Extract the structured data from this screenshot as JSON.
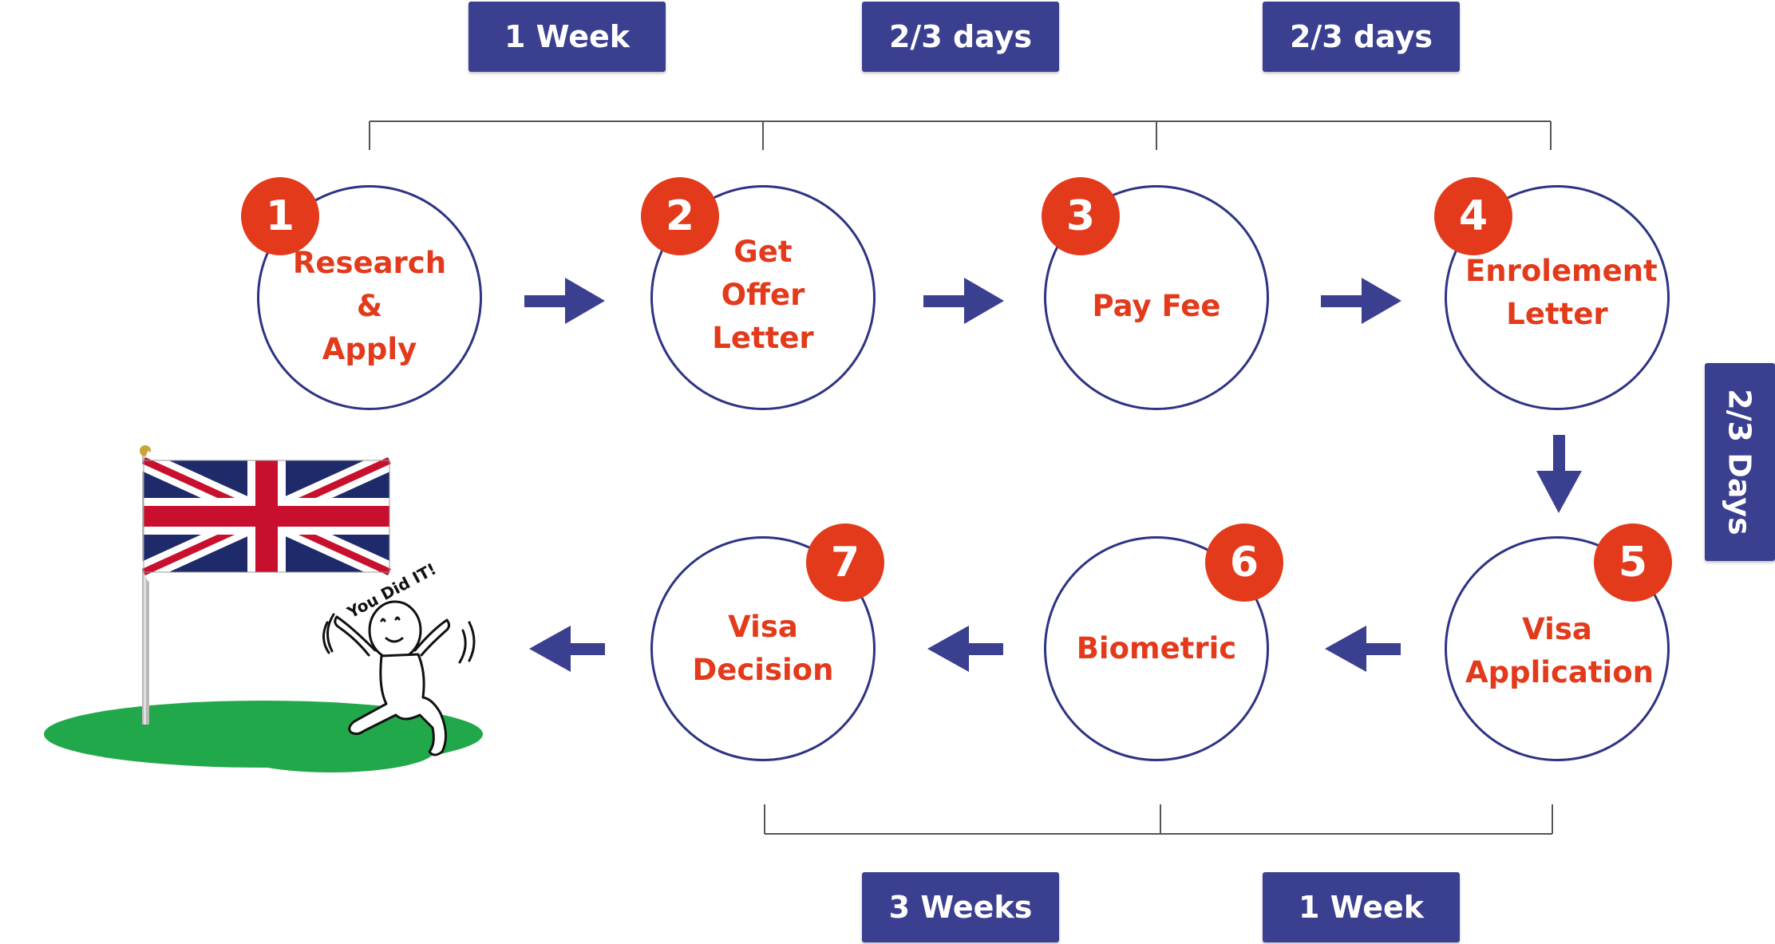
{
  "durations": {
    "top_1": "1 Week",
    "top_2": "2/3 days",
    "top_3": "2/3 days",
    "side": "2/3 Days",
    "bottom_1": "3 Weeks",
    "bottom_2": "1 Week"
  },
  "steps": [
    {
      "number": "1",
      "line1": "Research &",
      "line2": "Apply"
    },
    {
      "number": "2",
      "line1": "Get",
      "line2": "Offer Letter"
    },
    {
      "number": "3",
      "line1": "Pay Fee",
      "line2": ""
    },
    {
      "number": "4",
      "line1": "Enrolement",
      "line2": "Letter"
    },
    {
      "number": "5",
      "line1": "Visa",
      "line2": "Application"
    },
    {
      "number": "6",
      "line1": "Biometric",
      "line2": ""
    },
    {
      "number": "7",
      "line1": "Visa Decision",
      "line2": ""
    }
  ],
  "cartoon_text": "You Did IT!",
  "icons": [
    "uk-flag-icon",
    "celebrating-stick-figure-icon",
    "arrow-right-icon",
    "arrow-down-icon",
    "arrow-left-icon"
  ],
  "colors": {
    "navy": "#2e3483",
    "box": "#3a3f8f",
    "accent_red": "#e23a1b",
    "bracket": "#555555",
    "grass": "#21a84a"
  }
}
